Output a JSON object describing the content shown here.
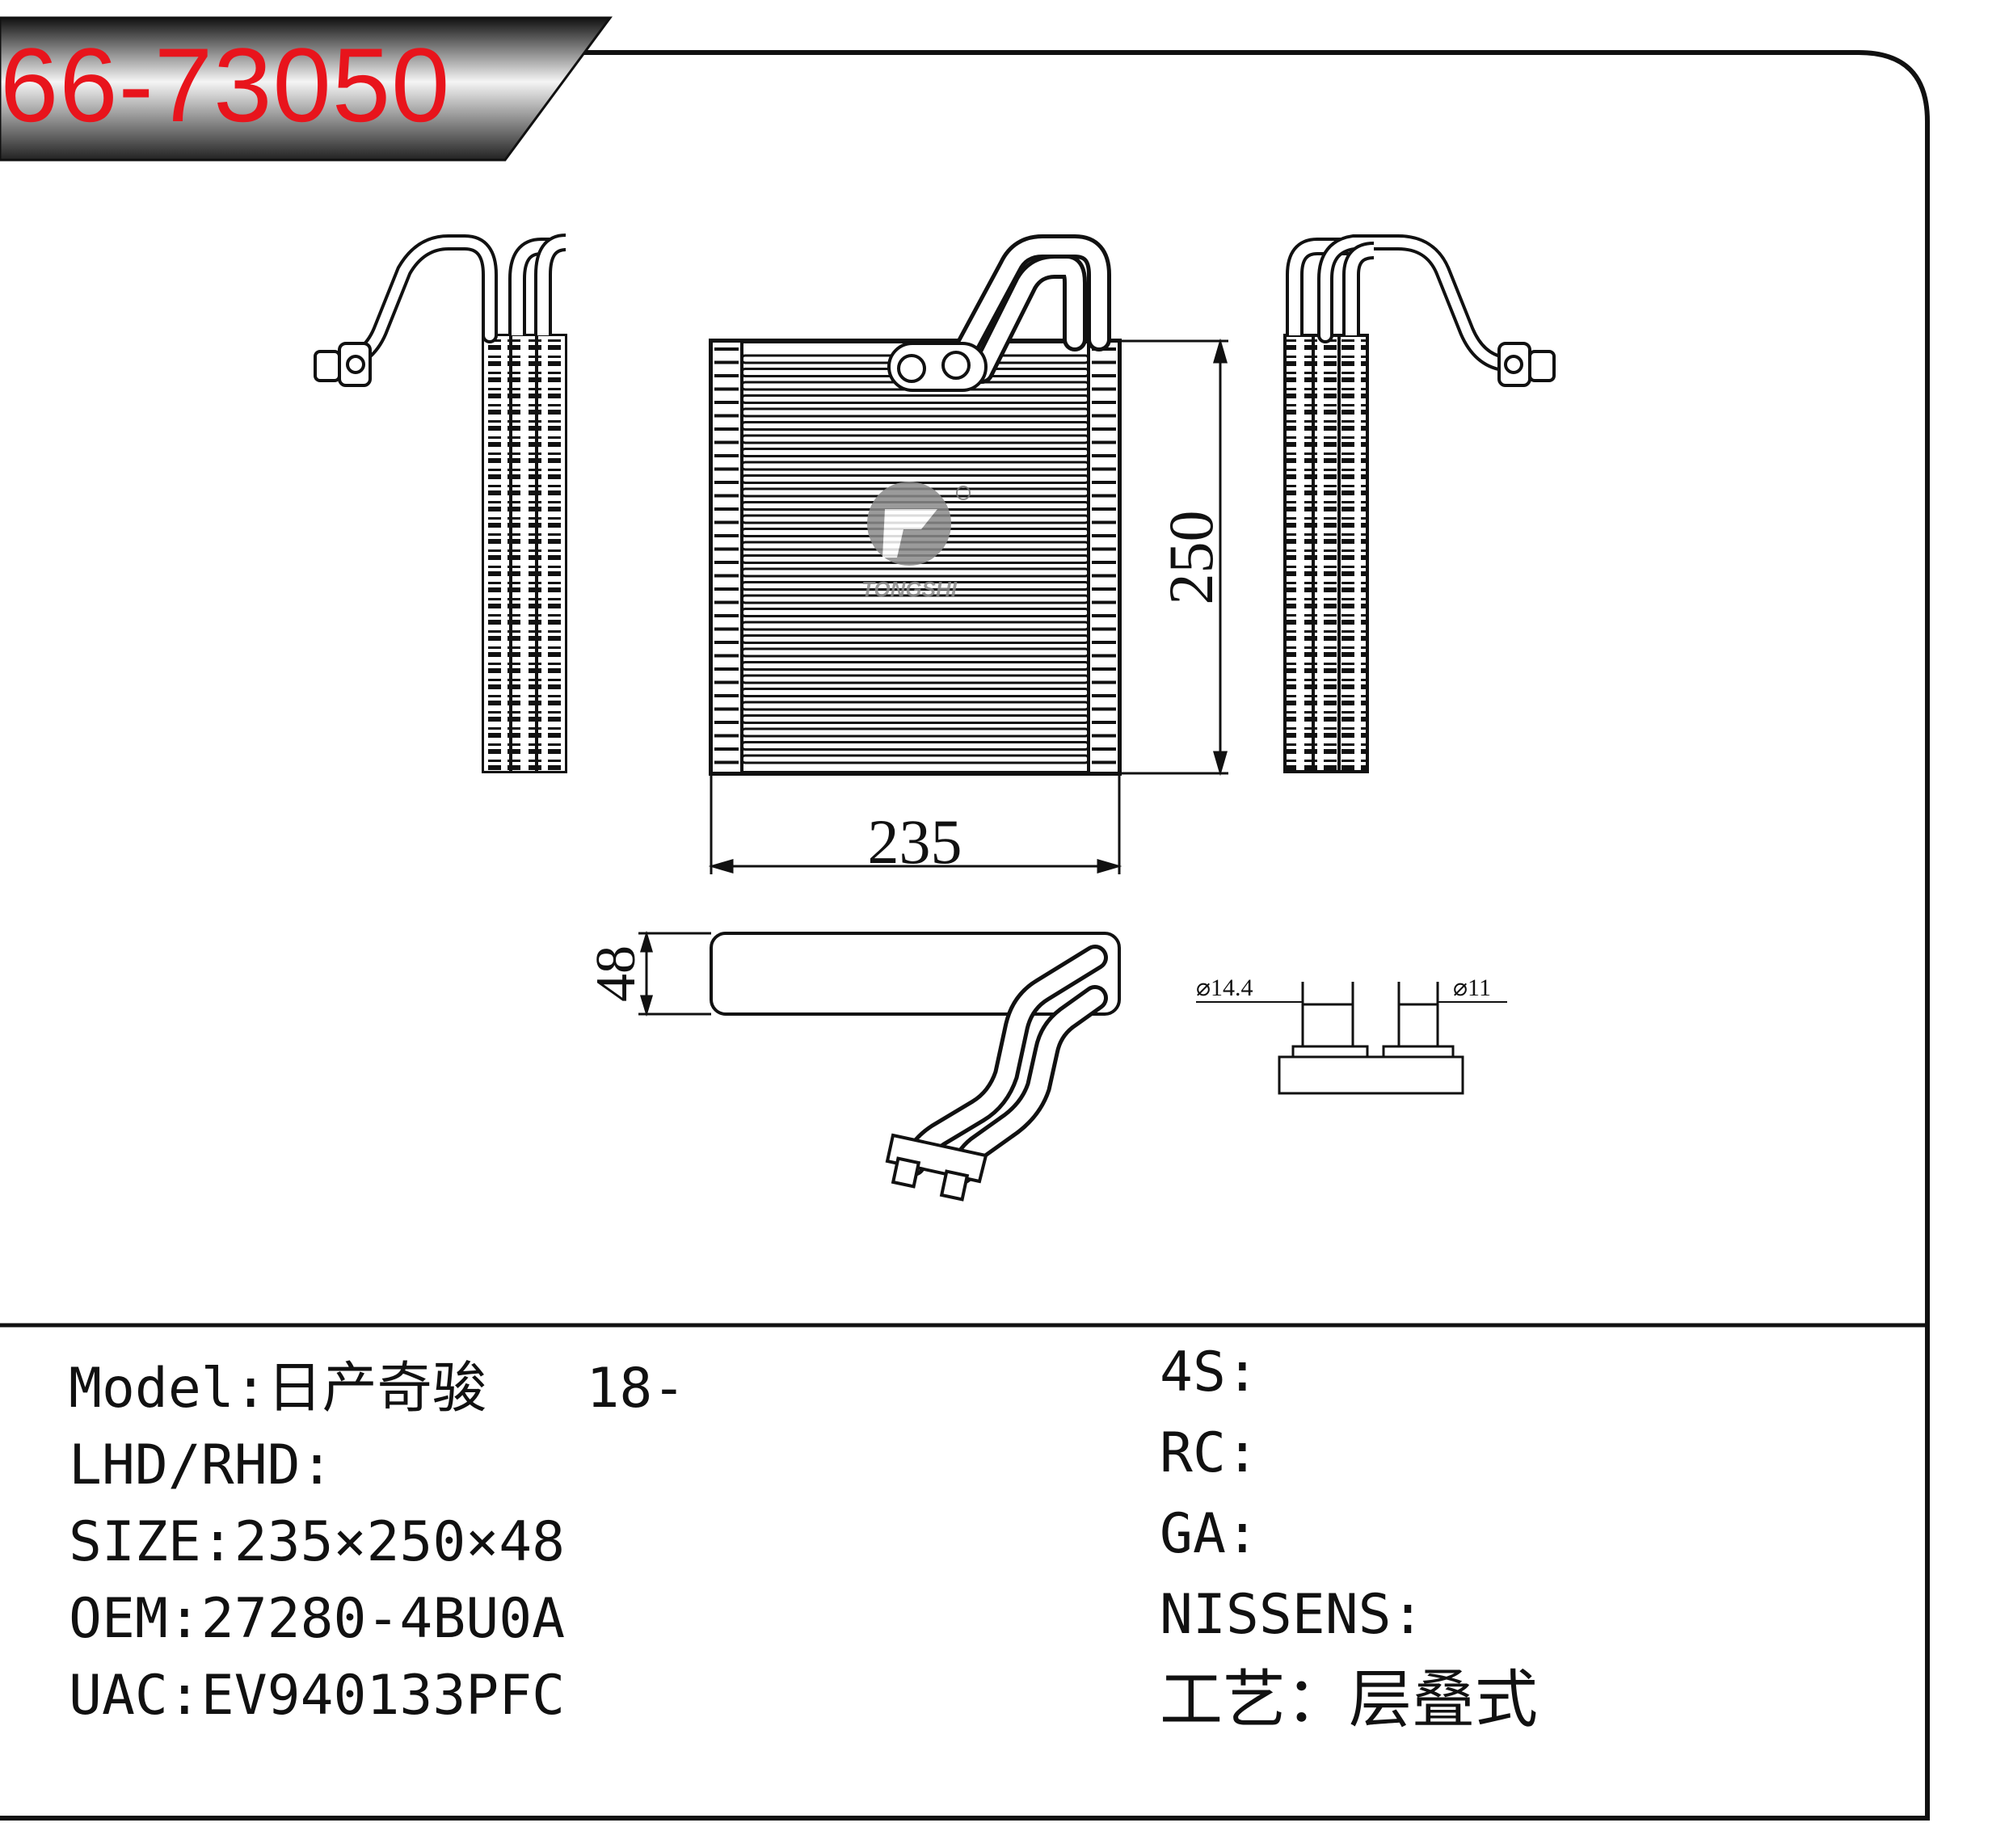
{
  "part_number": "66-73050",
  "logo_text": "TONGSHI",
  "dimensions": {
    "width": "235",
    "height": "250",
    "depth": "48",
    "inlet": "⌀14.4",
    "outlet": "⌀11"
  },
  "specs_left": [
    {
      "label": "Model:",
      "value": "日产奇骏   18-"
    },
    {
      "label": "LHD/RHD:",
      "value": ""
    },
    {
      "label": "SIZE:",
      "value": "235×250×48"
    },
    {
      "label": "OEM:",
      "value": "27280-4BU0A"
    },
    {
      "label": "UAC:",
      "value": "EV940133PFC"
    }
  ],
  "specs_right": [
    {
      "label": "4S:",
      "value": ""
    },
    {
      "label": "RC:",
      "value": ""
    },
    {
      "label": "GA:",
      "value": ""
    },
    {
      "label": "NISSENS:",
      "value": ""
    },
    {
      "label": "工艺：",
      "value": "层叠式"
    }
  ],
  "colors": {
    "part_number": "#e8141c",
    "line": "#111111",
    "banner_dark": "#1a1a1a",
    "banner_light": "#f2f2f2"
  }
}
